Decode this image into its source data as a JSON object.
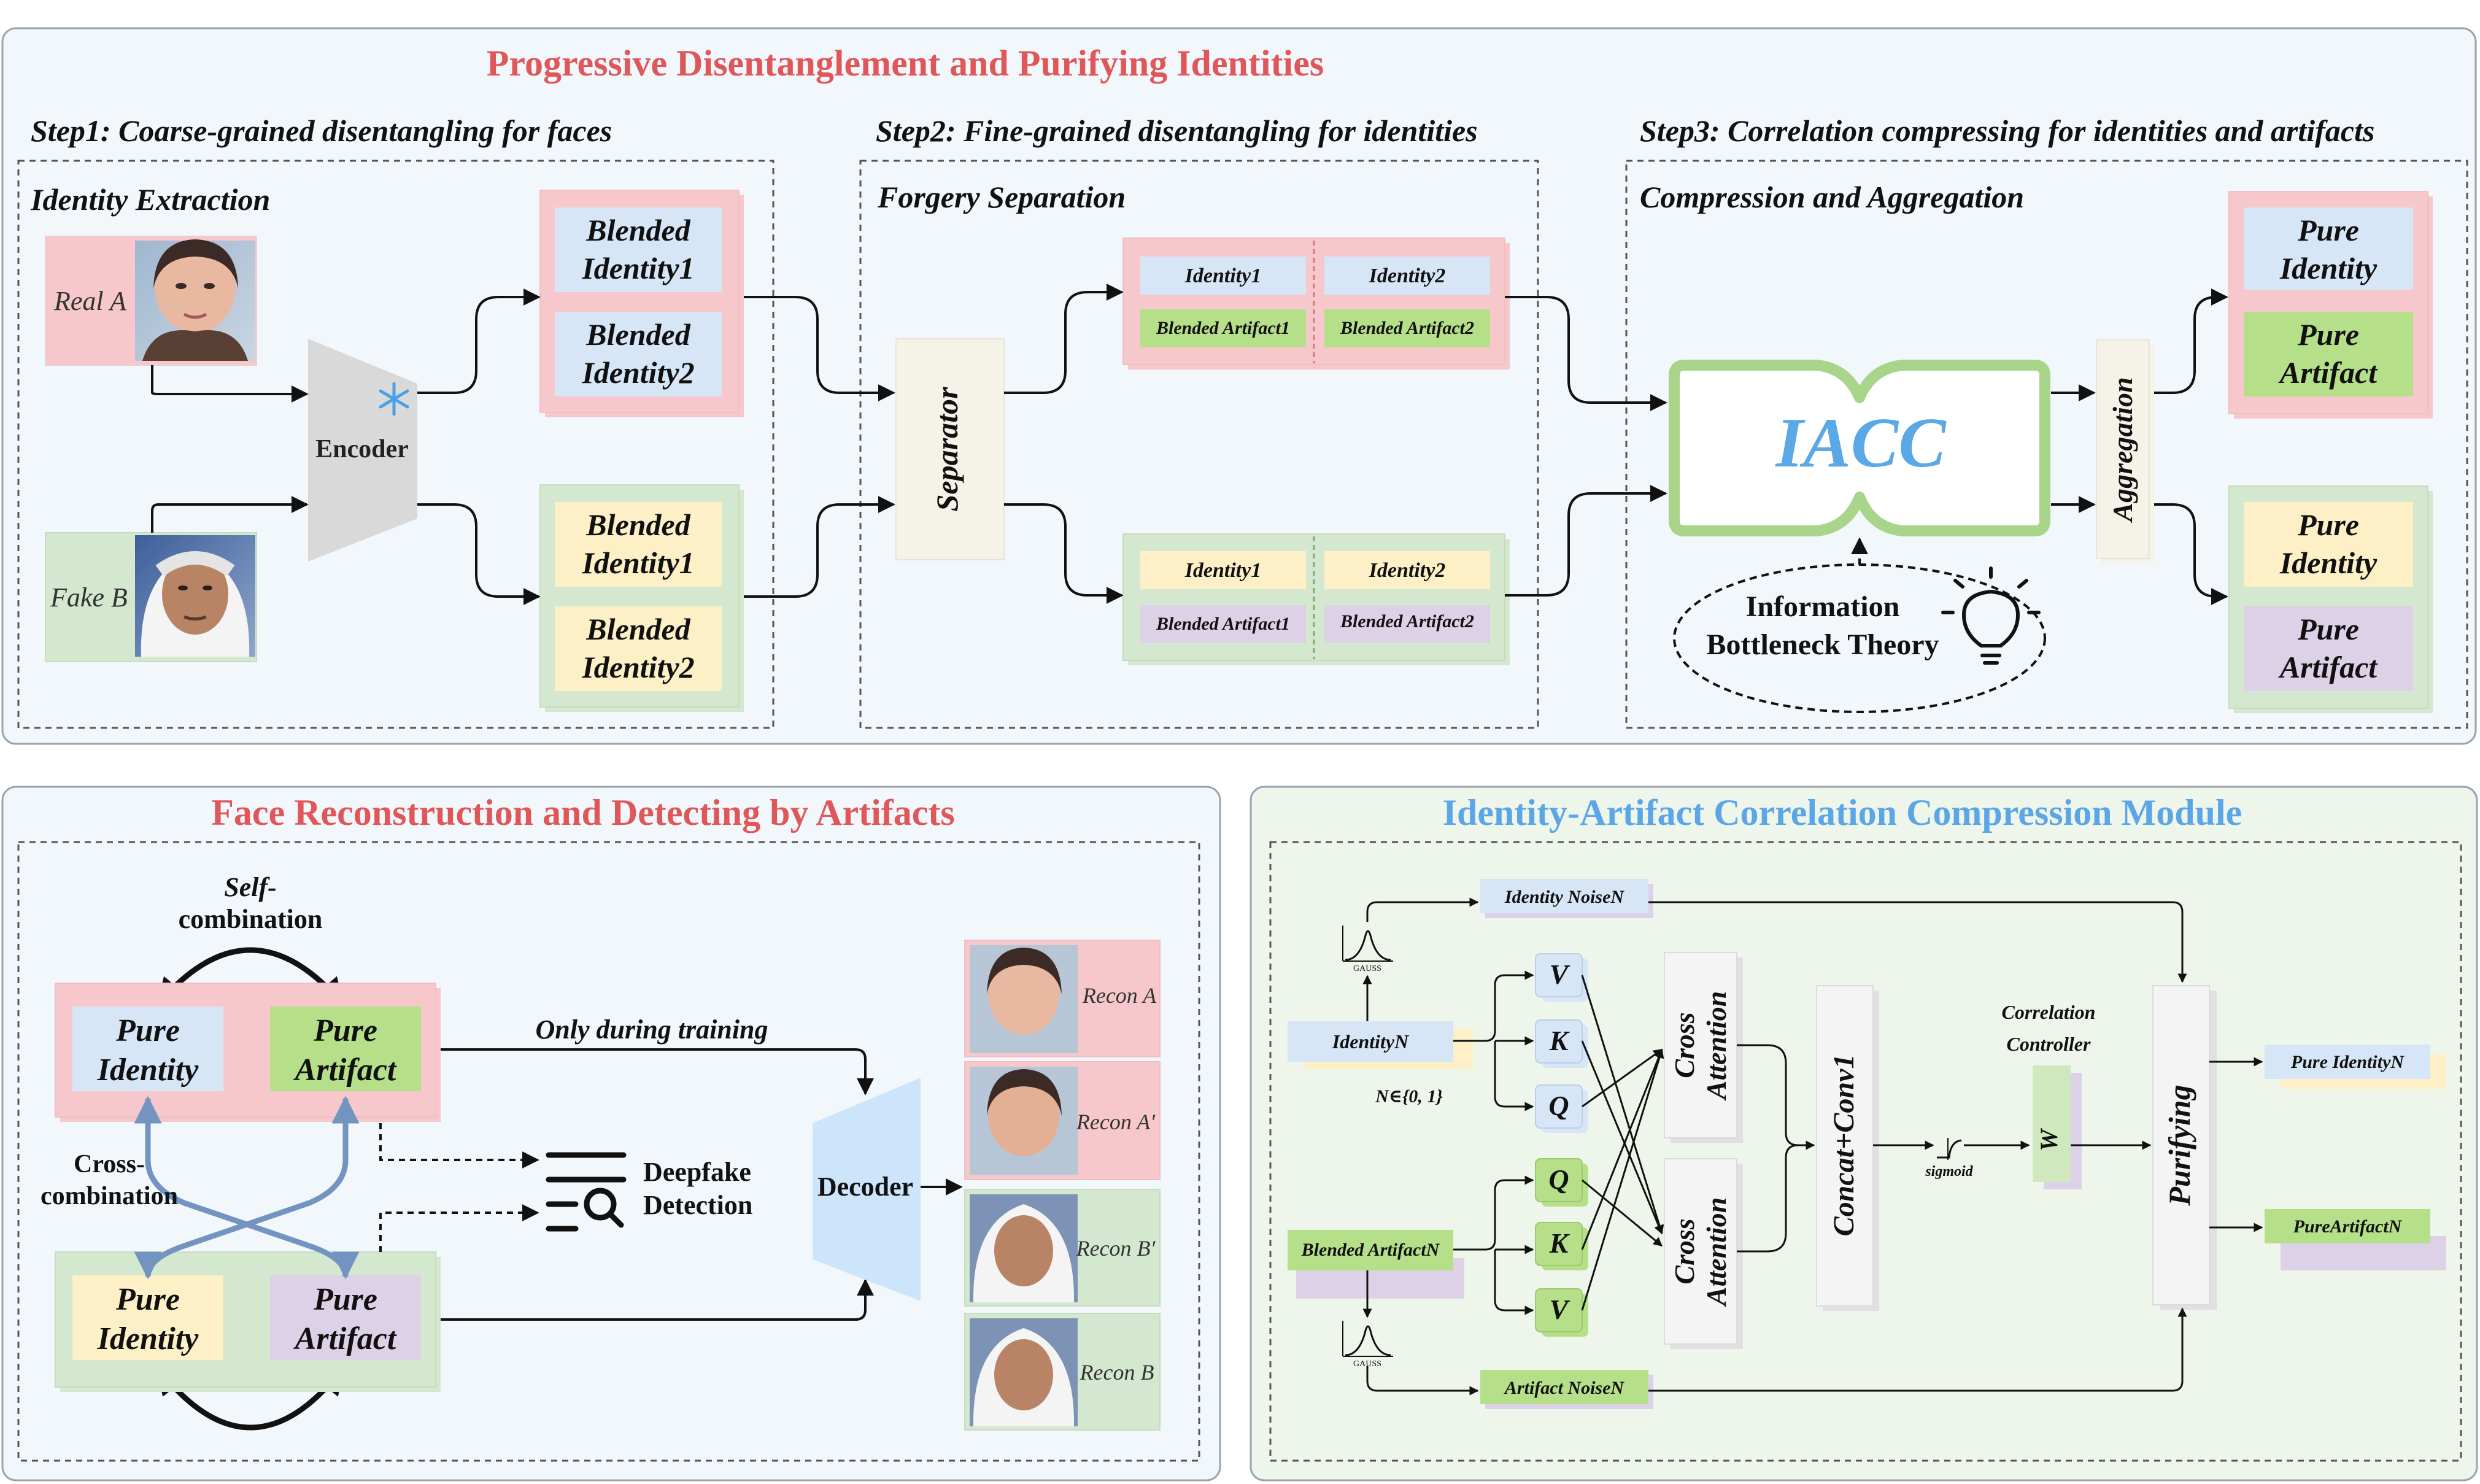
{
  "colors": {
    "pink": "#f6c7cb",
    "green": "#d4e8cf",
    "blue_chip": "#d6e6f7",
    "yellow_chip": "#fdf0c6",
    "lime_chip": "#b6df8a",
    "purple_chip": "#ddd1e8",
    "title_red": "#e0575a",
    "title_blue": "#5ba6e6",
    "iacc_blue": "#5aa8e6",
    "iacc_border": "#a9d58b",
    "panel_top_bg": "#f2f7fc",
    "panel_green_bg": "#eef5ea",
    "encoder_grey": "#d9d9d9",
    "decoder_blue": "#cde5fa"
  },
  "top": {
    "title": "Progressive Disentanglement and Purifying Identities",
    "step1": {
      "heading": "Step1: Coarse-grained disentangling for faces",
      "subheading": "Identity Extraction",
      "real_label": "Real A",
      "fake_label": "Fake B",
      "encoder_label": "Encoder",
      "snowflake_icon": "snowflake-icon",
      "blended1": [
        "Blended",
        "Identity1"
      ],
      "blended2": [
        "Blended",
        "Identity2"
      ]
    },
    "step2": {
      "heading": "Step2: Fine-grained disentangling for identities",
      "subheading": "Forgery Separation",
      "separator_label": "Separator",
      "identity1": "Identity1",
      "identity2": "Identity2",
      "artifact1": "Blended Artifact1",
      "artifact2": "Blended Artifact2"
    },
    "step3": {
      "heading": "Step3: Correlation compressing for identities and artifacts",
      "subheading": "Compression and Aggregation",
      "iacc_label": "IACC",
      "aggregation_label": "Aggregation",
      "ib_line1": "Information",
      "ib_line2": "Bottleneck Theory",
      "bulb_icon": "lightbulb-icon",
      "pure_identity": [
        "Pure",
        "Identity"
      ],
      "pure_artifact": [
        "Pure",
        "Artifact"
      ]
    }
  },
  "bottom_left": {
    "title": "Face Reconstruction and Detecting by Artifacts",
    "self_combination": [
      "Self-",
      "combination"
    ],
    "cross_combination": [
      "Cross-",
      "combination"
    ],
    "pure_identity": [
      "Pure",
      "Identity"
    ],
    "pure_artifact": [
      "Pure",
      "Artifact"
    ],
    "only_training": "Only during training",
    "decoder_label": "Decoder",
    "detection": [
      "Deepfake",
      "Detection"
    ],
    "detect_icon": "document-search-icon",
    "recons": [
      "Recon A",
      "Recon A′",
      "Recon B′",
      "Recon B"
    ]
  },
  "bottom_right": {
    "title": "Identity-Artifact Correlation Compression Module",
    "identity_noise": "Identity NoiseN",
    "artifact_noise": "Artifact NoiseN",
    "identity_n": "IdentityN",
    "n_set": "N∈{0, 1}",
    "blended_artifact_n": "Blended ArtifactN",
    "gauss": "GAUSS",
    "qkv_top": [
      "V",
      "K",
      "Q"
    ],
    "qkv_bottom": [
      "Q",
      "K",
      "V"
    ],
    "cross_attention": [
      "Cross",
      "Attention"
    ],
    "concat": "Concat+Conv1",
    "sigmoid": "sigmoid",
    "controller": [
      "Correlation",
      "Controller"
    ],
    "w_label": "W",
    "purifying": "Purifying",
    "pure_identity_n": "Pure IdentityN",
    "pure_artifact_n": "PureArtifactN"
  }
}
